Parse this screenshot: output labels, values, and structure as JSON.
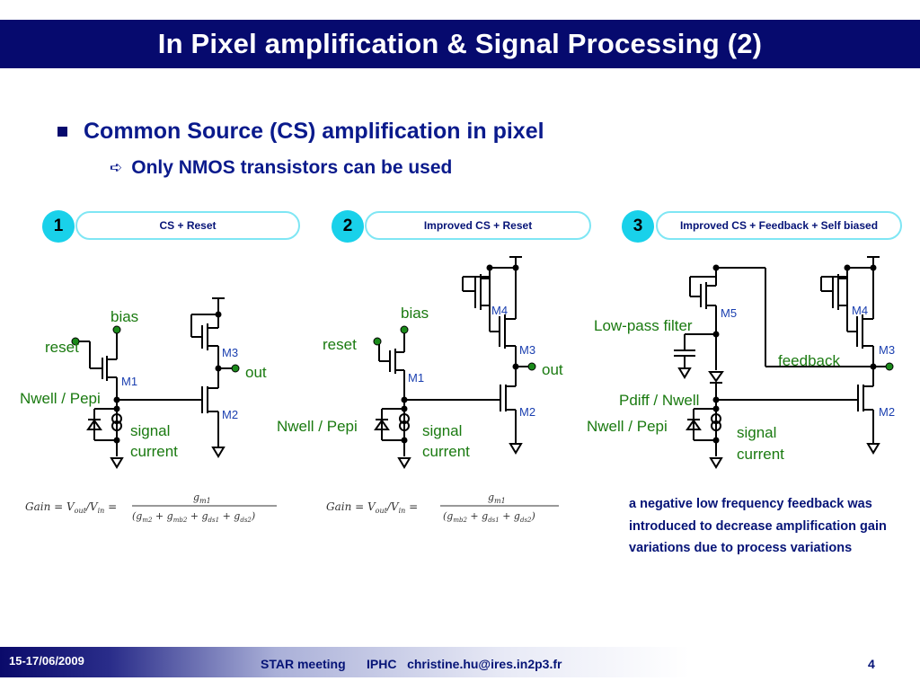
{
  "title": "In Pixel amplification & Signal Processing (2)",
  "bullets": {
    "main": "Common Source (CS) amplification in pixel",
    "sub": "Only NMOS transistors can be used"
  },
  "panels": [
    {
      "number": "1",
      "label": "CS + Reset"
    },
    {
      "number": "2",
      "label": "Improved CS + Reset"
    },
    {
      "number": "3",
      "label": "Improved CS + Feedback + Self biased"
    }
  ],
  "circuit1": {
    "bias": "bias",
    "reset": "reset",
    "nwell": "Nwell / Pepi",
    "signal1": "signal",
    "signal2": "current",
    "out": "out",
    "m1": "M1",
    "m2": "M2",
    "m3": "M3"
  },
  "circuit2": {
    "bias": "bias",
    "reset": "reset",
    "nwell": "Nwell / Pepi",
    "signal1": "signal",
    "signal2": "current",
    "out": "out",
    "m1": "M1",
    "m2": "M2",
    "m3": "M3",
    "m4": "M4"
  },
  "circuit3": {
    "lowpass": "Low-pass filter",
    "pdiff": "Pdiff / Nwell",
    "nwell": "Nwell / Pepi",
    "signal1": "signal",
    "signal2": "current",
    "feedback": "feedback",
    "m2": "M2",
    "m3": "M3",
    "m4": "M4",
    "m5": "M5"
  },
  "formulas": {
    "f1_lhs": "Gain = V",
    "f1_num": "g",
    "f2_lhs": "Gain = V"
  },
  "note": "a negative low frequency feedback was introduced to decrease amplification gain variations due to process variations",
  "footer": {
    "date": "15-17/06/2009",
    "meeting": "STAR meeting      IPHC   christine.hu@ires.in2p3.fr",
    "page": "4"
  },
  "colors": {
    "title_bg": "#060a6e",
    "label_green": "#1a7a10",
    "label_blue": "#1a3fb0",
    "badge": "#19d1ea",
    "text_navy": "#061477"
  }
}
